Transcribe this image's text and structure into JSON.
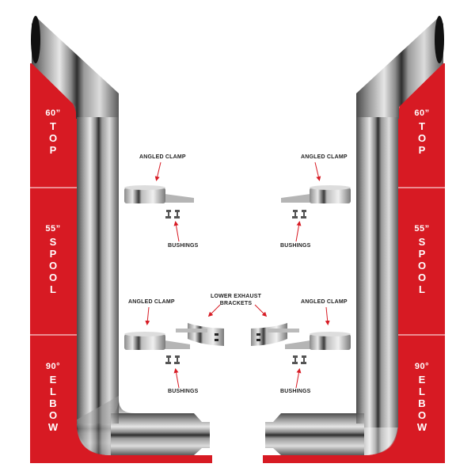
{
  "colors": {
    "band_red": "#d71a23",
    "pipe_dark": "#5a5a5a",
    "pipe_mid": "#a8a8a8",
    "pipe_light": "#e8e8e8",
    "arrow_red": "#d71a23",
    "label_text": "#222222"
  },
  "left_band": {
    "sections": [
      {
        "size": "60”",
        "letters": [
          "T",
          "O",
          "P"
        ]
      },
      {
        "size": "55”",
        "letters": [
          "S",
          "P",
          "O",
          "O",
          "L"
        ]
      },
      {
        "size": "90°",
        "letters": [
          "E",
          "L",
          "B",
          "O",
          "W"
        ]
      }
    ]
  },
  "right_band": {
    "sections": [
      {
        "size": "60”",
        "letters": [
          "T",
          "O",
          "P"
        ]
      },
      {
        "size": "55”",
        "letters": [
          "S",
          "P",
          "O",
          "O",
          "L"
        ]
      },
      {
        "size": "90°",
        "letters": [
          "E",
          "L",
          "B",
          "O",
          "W"
        ]
      }
    ]
  },
  "labels": {
    "upper_left_clamp": "ANGLED CLAMP",
    "upper_left_bushings": "BUSHINGS",
    "upper_right_clamp": "ANGLED CLAMP",
    "upper_right_bushings": "BUSHINGS",
    "lower_left_clamp": "ANGLED CLAMP",
    "lower_left_bushings": "BUSHINGS",
    "lower_right_clamp": "ANGLED CLAMP",
    "lower_right_bushings": "BUSHINGS",
    "brackets_line1": "LOWER EXHAUST",
    "brackets_line2": "BRACKETS"
  }
}
